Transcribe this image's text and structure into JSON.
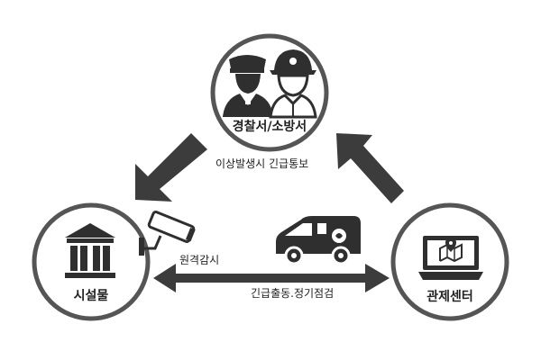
{
  "nodes": {
    "top": {
      "label": "경찰서/소방서",
      "icons": [
        "police-officer-icon",
        "firefighter-icon"
      ]
    },
    "left": {
      "label": "시설물",
      "icons": [
        "building-icon"
      ]
    },
    "right": {
      "label": "관제센터",
      "icons": [
        "laptop-map-icon"
      ]
    }
  },
  "edges": {
    "alert": {
      "label": "이상발생시 긴급통보"
    },
    "monitor": {
      "label": "원격감시"
    },
    "dispatch": {
      "label": "긴급출동.정기점검"
    }
  },
  "icons": {
    "camera": "cctv-camera-icon",
    "van": "security-van-icon"
  },
  "colors": {
    "stroke": "#555555",
    "arrow": "#3c3c3c",
    "icon": "#2f2f2f",
    "text": "#222222"
  }
}
